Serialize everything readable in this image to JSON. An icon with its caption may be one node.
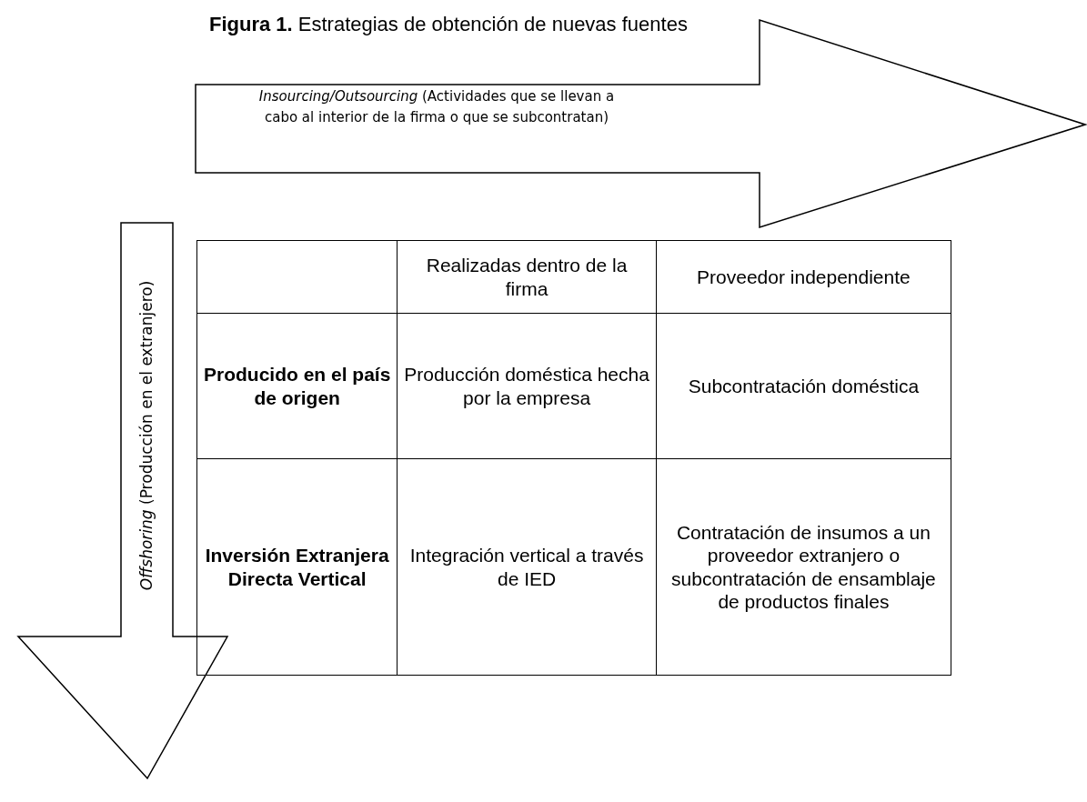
{
  "diagram": {
    "title": "**Figura 1.** Estrategias de obtención de nuevas fuentes",
    "nodes": [
      {
        "text": [
          "*Insourcing/Outsourcing* (Actividades que se llevan a cabo al interior de la firma o que se subcontratan)"
        ]
      },
      {
        "text": [
          "*Offshoring* (Producción en el extranjero)"
        ]
      }
    ],
    "labels": [
      "Realizadas dentro de la firma",
      "Proveedor independiente",
      "Producido en el país de origen",
      "Producción doméstica hecha por la empresa",
      "Subcontratación doméstica",
      "Inversión Extranjera Directa Vertical",
      "Integración vertical a través de IED",
      "Contratación de insumos a un proveedor extranjero o subcontratación de ensamblaje de productos finales"
    ]
  }
}
